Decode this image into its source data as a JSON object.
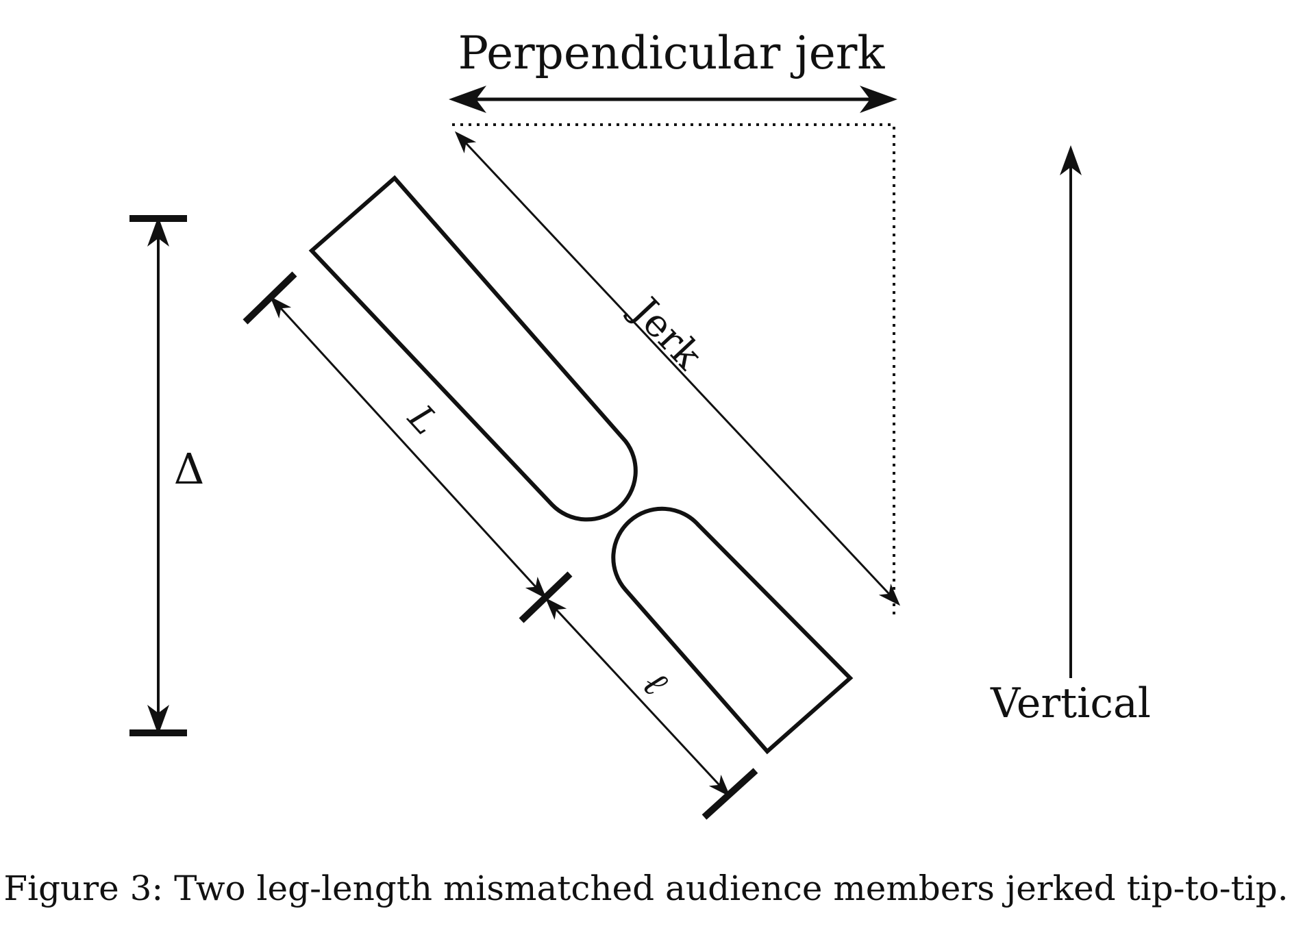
{
  "labels": {
    "perpendicular_jerk": "Perpendicular jerk",
    "jerk": "Jerk",
    "vertical": "Vertical",
    "delta": "Δ",
    "big_l": "L",
    "small_l": "ℓ"
  },
  "caption": "Figure 3: Two leg-length mismatched audience members jerked tip-to-tip.",
  "colors": {
    "ink": "#111111",
    "background": "#ffffff"
  }
}
